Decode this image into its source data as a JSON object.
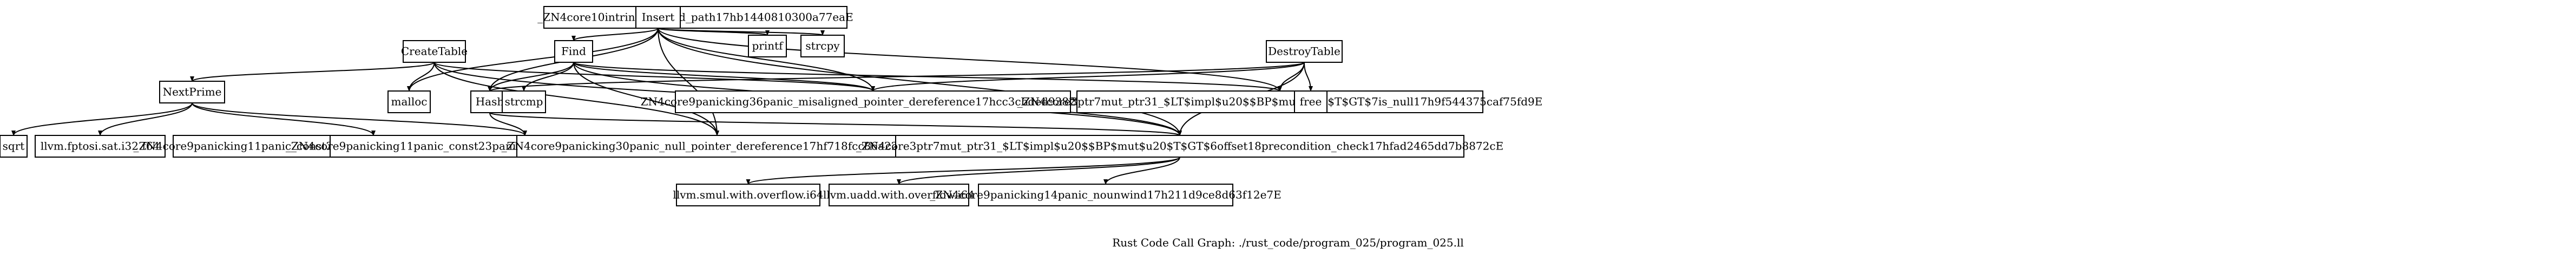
{
  "graph": {
    "caption": "Rust Code Call Graph: ./rust_code/program_025/program_025.ll",
    "nodes": [
      {
        "id": "n_intr",
        "label": "_ZN4core10intrinsics9cold_path17hb1440810300a77eaE"
      },
      {
        "id": "n_insert",
        "label": "Insert"
      },
      {
        "id": "n_printf",
        "label": "printf"
      },
      {
        "id": "n_strcpy",
        "label": "strcpy"
      },
      {
        "id": "n_create",
        "label": "CreateTable"
      },
      {
        "id": "n_find",
        "label": "Find"
      },
      {
        "id": "n_destroy",
        "label": "DestroyTable"
      },
      {
        "id": "n_nextprime",
        "label": "NextPrime"
      },
      {
        "id": "n_malloc",
        "label": "malloc"
      },
      {
        "id": "n_hash",
        "label": "Hash"
      },
      {
        "id": "n_strcmp",
        "label": "strcmp"
      },
      {
        "id": "n_misaligned",
        "label": "_ZN4core9panicking36panic_misaligned_pointer_dereference17hcc3cbded9382b6e5E"
      },
      {
        "id": "n_isnull",
        "label": "_ZN4core3ptr7mut_ptr31_$LT$impl$u20$$BP$mut$u20$T$GT$7is_null17h9f544375caf75fd9E"
      },
      {
        "id": "n_free",
        "label": "free"
      },
      {
        "id": "n_sqrt",
        "label": "sqrt"
      },
      {
        "id": "n_fptosi",
        "label": "llvm.fptosi.sat.i32.f64"
      },
      {
        "id": "n_removerflow",
        "label": "_ZN4core9panicking11panic_const24panic_const_rem_overflow17h799fde26ff2294a6E"
      },
      {
        "id": "n_remzero",
        "label": "_ZN4core9panicking11panic_const23panic_const_rem_by_zero17h8cc4f221597e73ceE"
      },
      {
        "id": "n_nullptr",
        "label": "_ZN4core9panicking30panic_null_pointer_dereference17hf718fcc86a223baaE"
      },
      {
        "id": "n_offset",
        "label": "_ZN4core3ptr7mut_ptr31_$LT$impl$u20$$BP$mut$u20$T$GT$6offset18precondition_check17hfad2465dd7b8872cE"
      },
      {
        "id": "n_smul",
        "label": "llvm.smul.with.overflow.i64"
      },
      {
        "id": "n_uadd",
        "label": "llvm.uadd.with.overflow.i64"
      },
      {
        "id": "n_nounwind",
        "label": "_ZN4core9panicking14panic_nounwind17h211d9ce8d63f12e7E"
      }
    ],
    "edges": [
      {
        "from": "n_insert",
        "to": "n_printf"
      },
      {
        "from": "n_insert",
        "to": "n_strcpy"
      },
      {
        "from": "n_insert",
        "to": "n_find"
      },
      {
        "from": "n_insert",
        "to": "n_malloc"
      },
      {
        "from": "n_insert",
        "to": "n_hash"
      },
      {
        "from": "n_insert",
        "to": "n_misaligned"
      },
      {
        "from": "n_insert",
        "to": "n_isnull"
      },
      {
        "from": "n_insert",
        "to": "n_nullptr"
      },
      {
        "from": "n_insert",
        "to": "n_offset"
      },
      {
        "from": "n_create",
        "to": "n_nextprime"
      },
      {
        "from": "n_create",
        "to": "n_malloc"
      },
      {
        "from": "n_create",
        "to": "n_misaligned"
      },
      {
        "from": "n_create",
        "to": "n_nullptr"
      },
      {
        "from": "n_create",
        "to": "n_offset"
      },
      {
        "from": "n_find",
        "to": "n_hash"
      },
      {
        "from": "n_find",
        "to": "n_strcmp"
      },
      {
        "from": "n_find",
        "to": "n_misaligned"
      },
      {
        "from": "n_find",
        "to": "n_isnull"
      },
      {
        "from": "n_find",
        "to": "n_nullptr"
      },
      {
        "from": "n_find",
        "to": "n_offset"
      },
      {
        "from": "n_destroy",
        "to": "n_hash"
      },
      {
        "from": "n_destroy",
        "to": "n_misaligned"
      },
      {
        "from": "n_destroy",
        "to": "n_isnull"
      },
      {
        "from": "n_destroy",
        "to": "n_free"
      },
      {
        "from": "n_destroy",
        "to": "n_offset"
      },
      {
        "from": "n_nextprime",
        "to": "n_sqrt"
      },
      {
        "from": "n_nextprime",
        "to": "n_fptosi"
      },
      {
        "from": "n_nextprime",
        "to": "n_removerflow"
      },
      {
        "from": "n_nextprime",
        "to": "n_remzero"
      },
      {
        "from": "n_hash",
        "to": "n_remzero"
      },
      {
        "from": "n_hash",
        "to": "n_offset"
      },
      {
        "from": "n_offset",
        "to": "n_smul"
      },
      {
        "from": "n_offset",
        "to": "n_uadd"
      },
      {
        "from": "n_offset",
        "to": "n_nounwind"
      }
    ]
  }
}
